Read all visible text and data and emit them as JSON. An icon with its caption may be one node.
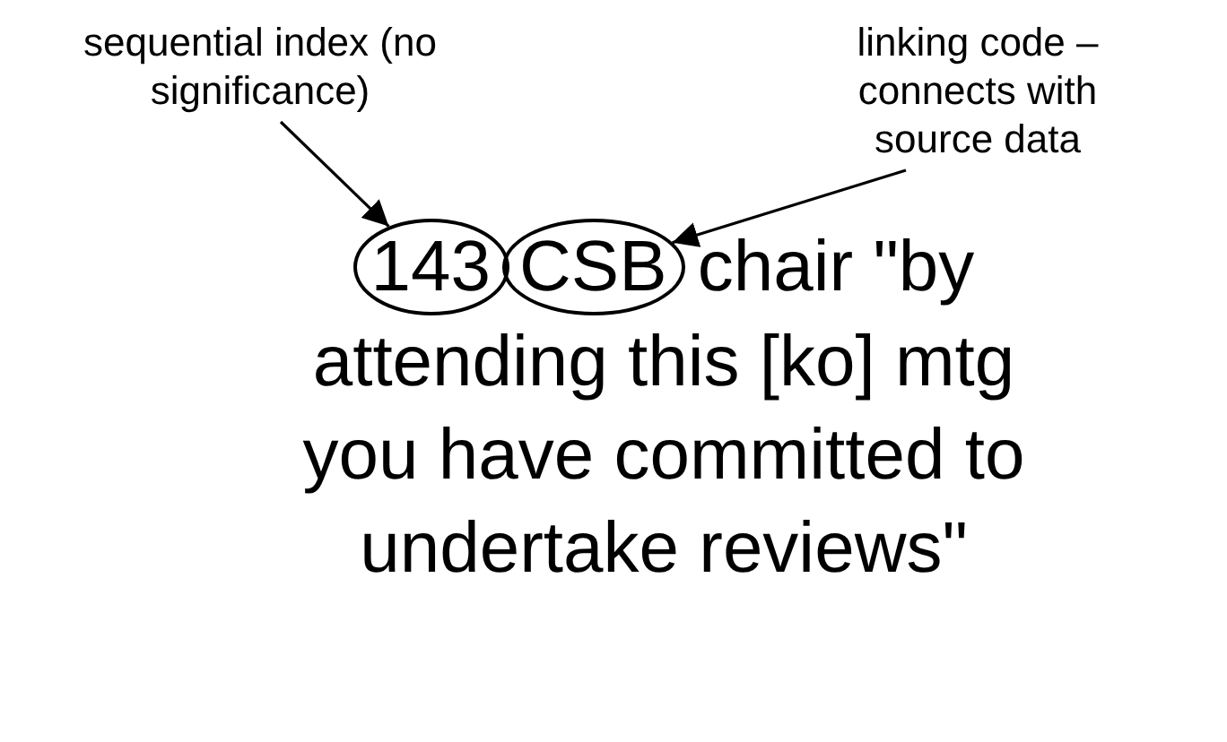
{
  "diagram": {
    "nodes": [
      {
        "text": [
          "sequential index (no significance)"
        ]
      },
      {
        "text": [
          "linking code – connects with source data"
        ]
      },
      {
        "text": [
          "143"
        ]
      },
      {
        "text": [
          "CSB"
        ]
      }
    ],
    "edges": [
      {
        "from": 0,
        "to": 2,
        "arrow": "to"
      },
      {
        "from": 1,
        "to": 3,
        "arrow": "to"
      }
    ],
    "labels": [
      "chair \"by attending this [ko] mtg you have committed to undertake reviews\""
    ]
  }
}
